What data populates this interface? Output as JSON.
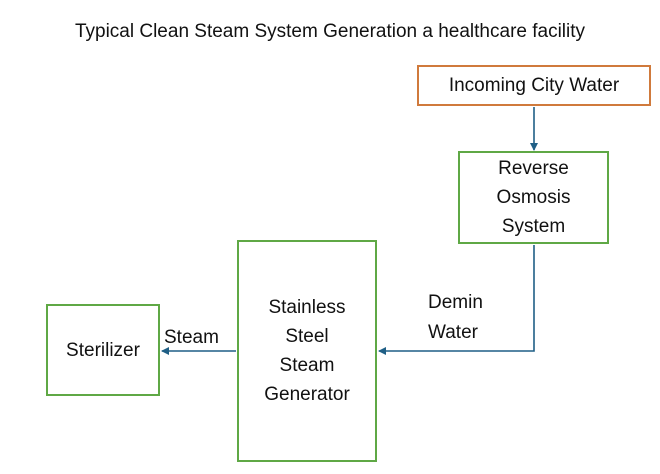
{
  "title": "Typical Clean Steam System Generation a healthcare facility",
  "nodes": {
    "city_water": {
      "lines": [
        "Incoming City Water"
      ]
    },
    "reverse_osmosis": {
      "lines": [
        "Reverse",
        "Osmosis",
        "System"
      ]
    },
    "steam_generator": {
      "lines": [
        "Stainless",
        "Steel",
        "Steam",
        "Generator"
      ]
    },
    "sterilizer": {
      "lines": [
        "Sterilizer"
      ]
    }
  },
  "connectors": {
    "demin_water": {
      "lines": [
        "Demin",
        "Water"
      ]
    },
    "steam": {
      "label": "Steam"
    }
  },
  "colors": {
    "source_border": "#d07a3c",
    "process_border": "#5fa845",
    "arrow": "#1f5f86"
  }
}
